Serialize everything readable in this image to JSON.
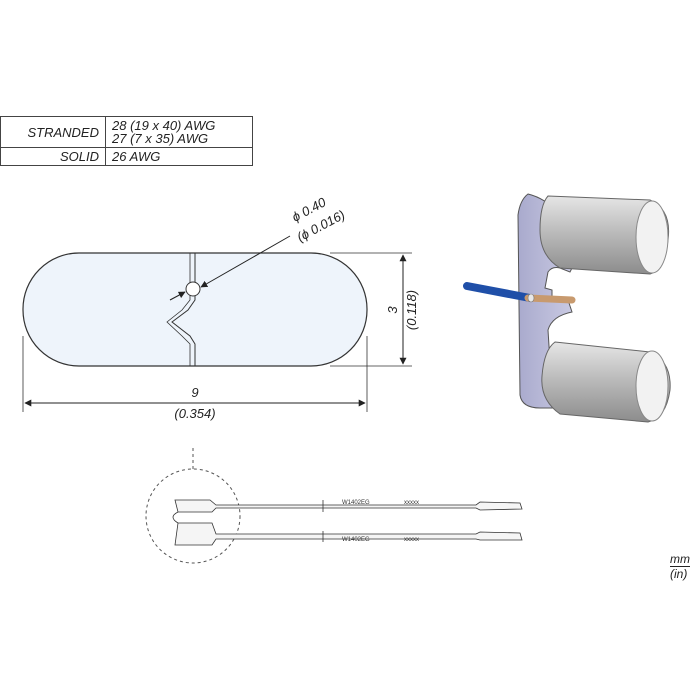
{
  "spec_table": {
    "rows": [
      {
        "type": "STRANDED",
        "values": [
          "28 (19 x 40) AWG",
          "27 (7 x 35) AWG"
        ]
      },
      {
        "type": "SOLID",
        "values": [
          "26 AWG"
        ]
      }
    ]
  },
  "dimensions": {
    "diameter_mm": "ϕ 0.40",
    "diameter_in": "(ϕ 0.016)",
    "length_mm": "9",
    "length_in": "(0.354)",
    "height_mm": "3",
    "height_in": "(0.118)"
  },
  "tip_label": "W1402EG",
  "tip_code": "xxxxx",
  "units": {
    "primary": "mm",
    "secondary": "(in)"
  },
  "colors": {
    "outline": "#333333",
    "tip_fill": "#eef4fb",
    "wire_insulation": "#1f4fa8",
    "wire_core": "#c89a6e",
    "blade_fill": "#c7c9e6",
    "cylinder": "#bdbdbd"
  }
}
